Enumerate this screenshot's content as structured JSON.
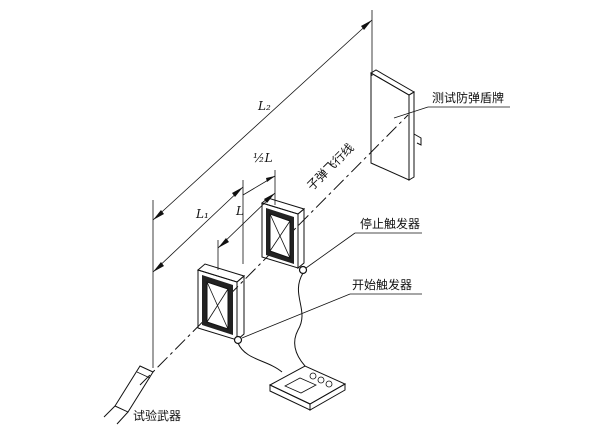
{
  "labels": {
    "target": "测试防弹盾牌",
    "stop_trigger": "停止触发器",
    "start_trigger": "开始触发器",
    "weapon": "试验武器",
    "trajectory": "子弹飞行线"
  },
  "dimensions": {
    "L2": "L₂",
    "L1": "L₁",
    "L": "L",
    "halfL": "½L"
  },
  "colors": {
    "ink": "#111111",
    "background": "#ffffff"
  }
}
